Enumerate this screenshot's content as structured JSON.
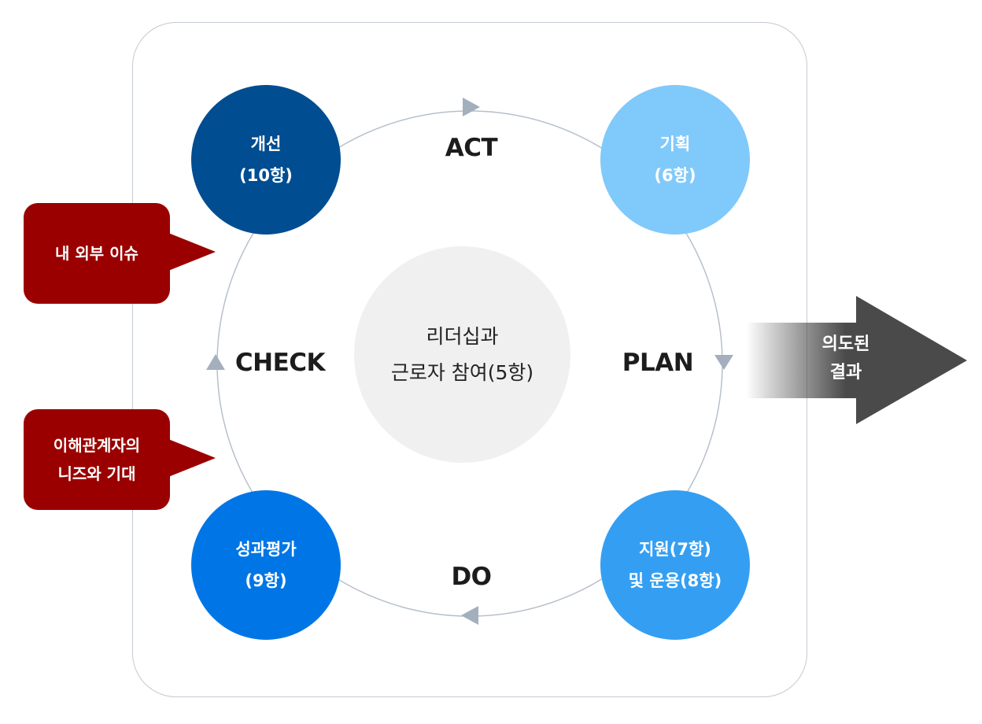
{
  "phases": {
    "act": "ACT",
    "plan": "PLAN",
    "do": "DO",
    "check": "CHECK"
  },
  "nodes": {
    "improvement": {
      "line1": "개선",
      "line2": "(10항)",
      "color": "#004d91"
    },
    "planning": {
      "line1": "기획",
      "line2": "(6항)",
      "color": "#80c9fb"
    },
    "support": {
      "line1": "지원(7항)",
      "line2": "및 운용(8항)",
      "color": "#349ff2"
    },
    "evaluation": {
      "line1": "성과평가",
      "line2": "(9항)",
      "color": "#0076e6"
    }
  },
  "center": {
    "line1": "리더십과",
    "line2": "근로자 참여(5항)"
  },
  "inputs": {
    "issues": {
      "line1": "내 외부 이슈"
    },
    "needs": {
      "line1": "이해관계자의",
      "line2": "니즈와 기대"
    },
    "color": "#9b0000"
  },
  "outcome": {
    "line1": "의도된",
    "line2": "결과"
  }
}
